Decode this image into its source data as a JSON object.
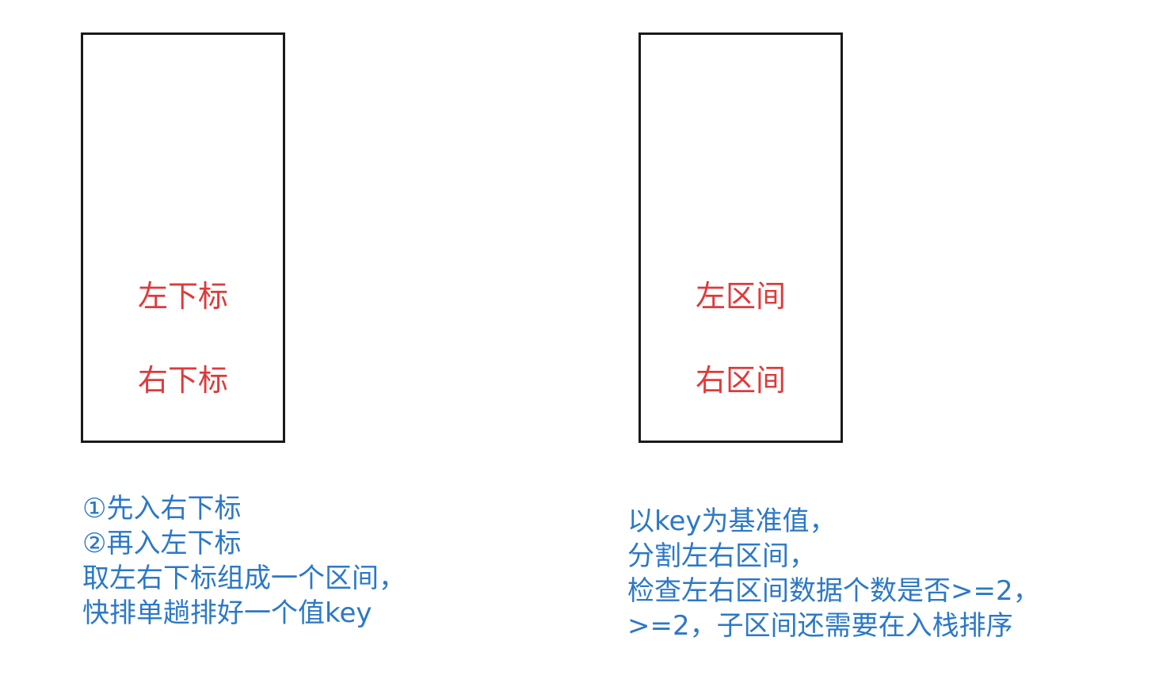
{
  "left_stack": {
    "top_label": "左下标",
    "bottom_label": "右下标"
  },
  "right_stack": {
    "top_label": "左区间",
    "bottom_label": "右区间"
  },
  "left_note": {
    "lines": [
      "①先入右下标",
      "②再入左下标",
      "取左右下标组成一个区间，",
      "快排单趟排好一个值key"
    ]
  },
  "right_note": {
    "lines": [
      "以key为基准值，",
      "分割左右区间，",
      "检查左右区间数据个数是否>=2，",
      ">=2，子区间还需要在入栈排序"
    ]
  },
  "colors": {
    "box_border": "#1a1a1a",
    "box_label": "#e03a3a",
    "note_text": "#2b78c8"
  }
}
